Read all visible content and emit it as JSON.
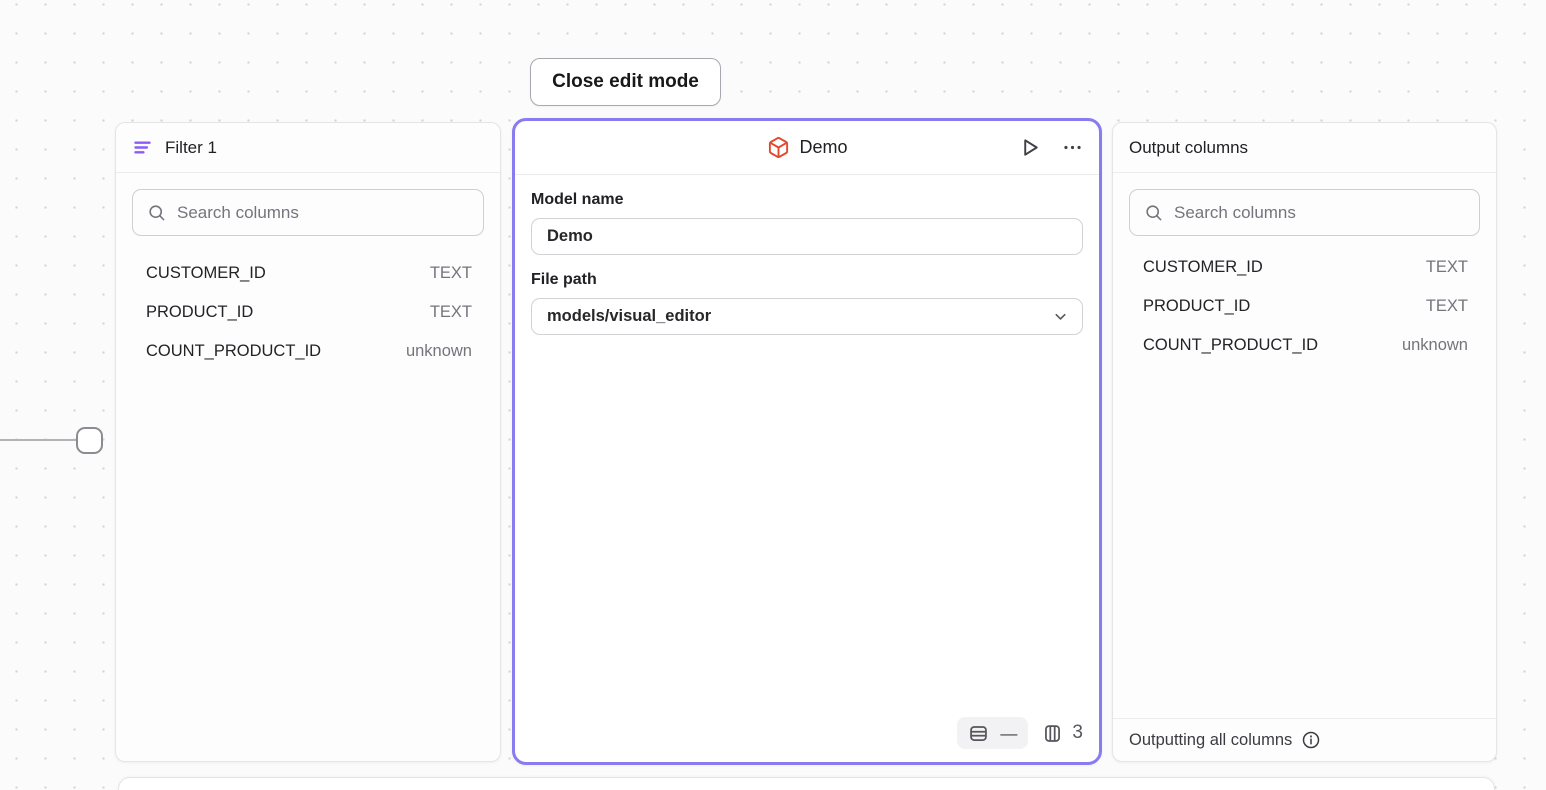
{
  "toolbar": {
    "close_edit_mode_label": "Close edit mode"
  },
  "filter_panel": {
    "title": "Filter 1",
    "search_placeholder": "Search columns",
    "columns": [
      {
        "name": "CUSTOMER_ID",
        "type": "TEXT"
      },
      {
        "name": "PRODUCT_ID",
        "type": "TEXT"
      },
      {
        "name": "COUNT_PRODUCT_ID",
        "type": "unknown"
      }
    ]
  },
  "model_panel": {
    "title": "Demo",
    "model_name_label": "Model name",
    "model_name_value": "Demo",
    "file_path_label": "File path",
    "file_path_value": "models/visual_editor",
    "row_count": "—",
    "column_count": "3"
  },
  "output_panel": {
    "title": "Output columns",
    "search_placeholder": "Search columns",
    "columns": [
      {
        "name": "CUSTOMER_ID",
        "type": "TEXT"
      },
      {
        "name": "PRODUCT_ID",
        "type": "TEXT"
      },
      {
        "name": "COUNT_PRODUCT_ID",
        "type": "unknown"
      }
    ],
    "footer_text": "Outputting all columns"
  },
  "colors": {
    "selection_border": "#897cf0",
    "filter_icon_purple": "#8b5cf6",
    "model_icon_orange": "#e5472d",
    "canvas_dot": "#d4d4d8"
  }
}
